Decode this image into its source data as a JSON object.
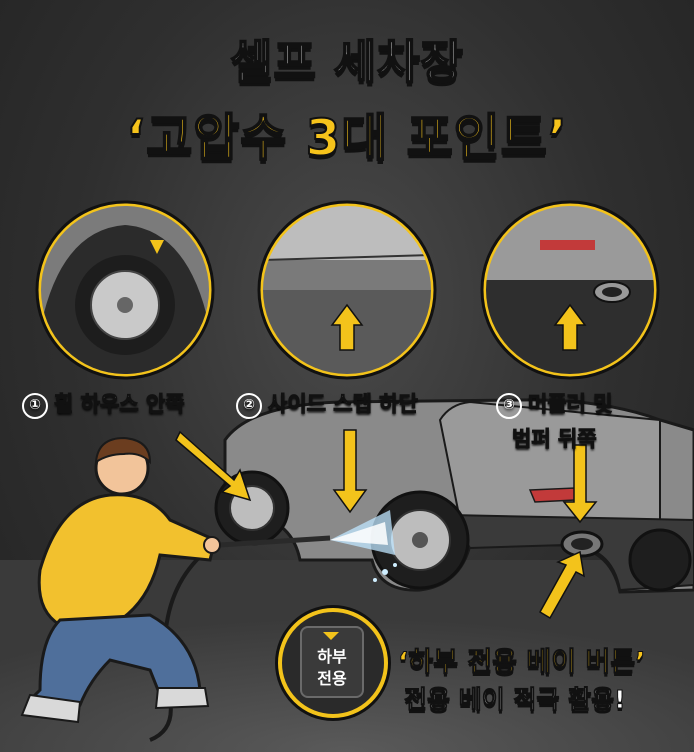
{
  "title": {
    "line1": "셀프 세차장",
    "line2": "‘고압수 3대 포인트’"
  },
  "points": [
    {
      "number": "①",
      "label": "휠 하우스 안쪽"
    },
    {
      "number": "②",
      "label": "사이드 스텝 하단"
    },
    {
      "number": "③",
      "label_line1": "머플러 및",
      "label_line2": "범퍼 뒤쪽"
    }
  ],
  "badge": {
    "line1": "하부",
    "line2": "전용"
  },
  "cta": {
    "line1": "‘하부 전용 베이 버튼’",
    "line2": "전용 베이 적극 활용!"
  },
  "colors": {
    "accent": "#f3c31b",
    "background": "#2e2e2e",
    "text": "#ffffff"
  }
}
